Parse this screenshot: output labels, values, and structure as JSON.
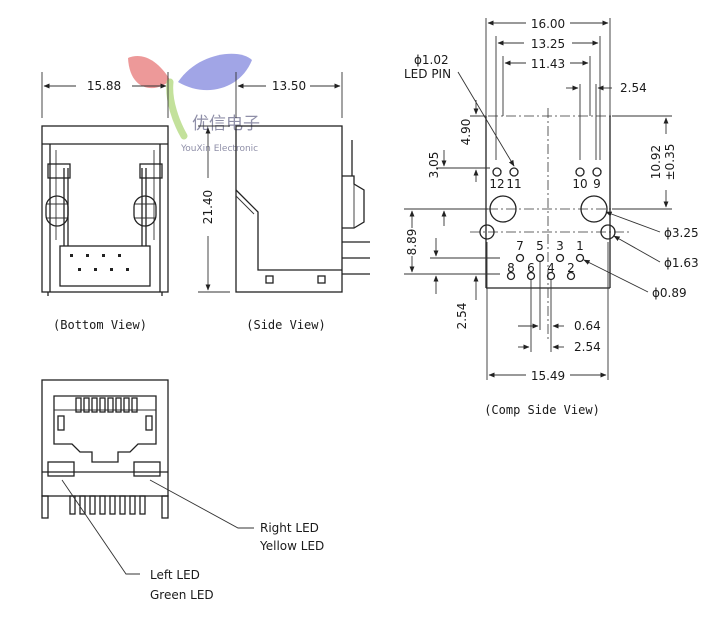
{
  "watermark": {
    "brand_cn": "优信电子",
    "brand_en": "YouXin Electronic",
    "colors": {
      "leaf_red": "#e88080",
      "leaf_blue": "#8a8ee0",
      "leaf_green": "#b8dc8a",
      "text": "#8f8fa8"
    }
  },
  "bottom_view": {
    "caption": "(Bottom View)",
    "width_dim": "15.88"
  },
  "side_view": {
    "caption": "(Side View)",
    "depth_dim": "13.50",
    "height_dim": "21.40"
  },
  "comp_side_view": {
    "caption": "(Comp Side View)",
    "dims": {
      "overall_width": "16.00",
      "led_outer": "13.25",
      "led_inner": "11.43",
      "led_pitch": "2.54",
      "led_row_offset": "4.90",
      "mount_offset": "3.05",
      "height": "10.92",
      "height_tol": "±0.35",
      "pin_row": "8.89",
      "row_pitch": "2.54",
      "pin_offset": "0.64",
      "pin_pitch": "2.54",
      "pin_span": "15.49"
    },
    "callouts": {
      "led_pin_dia": "ϕ1.02",
      "led_pin_label": "LED PIN",
      "mount_hole": "ϕ3.25",
      "shield_hole": "ϕ1.63",
      "signal_pin": "ϕ0.89"
    },
    "pin_numbers": {
      "p12": "12",
      "p11": "11",
      "p10": "10",
      "p9": "9",
      "p7": "7",
      "p5": "5",
      "p3": "3",
      "p1": "1",
      "p8": "8",
      "p6": "6",
      "p4": "4",
      "p2": "2"
    }
  },
  "front_view": {
    "right_led": "Right LED",
    "right_led_color": "Yellow LED",
    "left_led": "Left LED",
    "left_led_color": "Green LED"
  }
}
